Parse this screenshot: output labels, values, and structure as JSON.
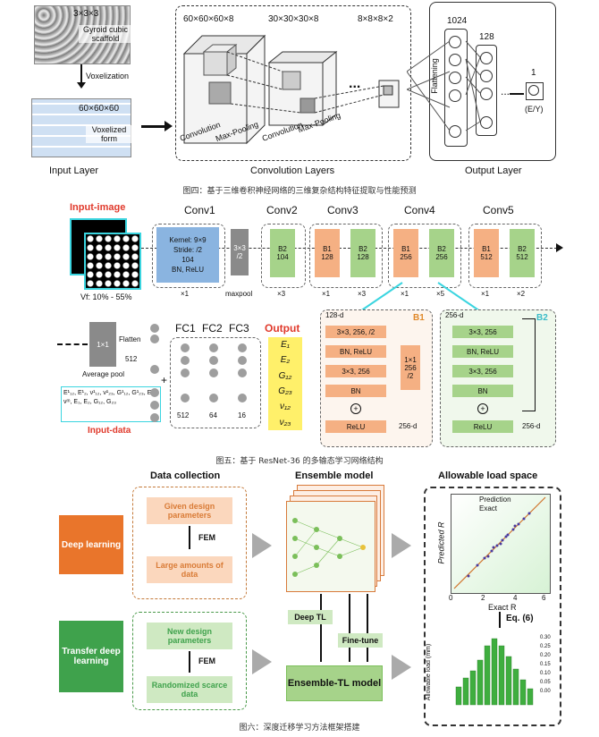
{
  "fig4": {
    "scaffold_size": "3×3×3",
    "scaffold_label": "Gyroid cubic scaffold",
    "voxelization": "Voxelization",
    "voxel_size": "60×60×60",
    "voxel_label": "Voxelized form",
    "input_layer": "Input Layer",
    "conv_size1": "60×60×60×8",
    "conv_size2": "30×30×30×8",
    "conv_size3": "8×8×8×2",
    "convolution": "Convolution",
    "maxpooling": "Max-Pooling",
    "dots": "...",
    "conv_layers": "Convolution Layers",
    "flattening": "Flattening",
    "n1024": "1024",
    "n128": "128",
    "n1": "1",
    "out_label": "(E/Y)",
    "output_layer": "Output Layer",
    "caption": "图四：基于三维卷积神经网络的三维复杂结构特征提取与性能预测"
  },
  "fig5": {
    "input_image": "Input-image",
    "vf": "Vf: 10% - 55%",
    "conv1": "Conv1",
    "conv2": "Conv2",
    "conv3": "Conv3",
    "conv4": "Conv4",
    "conv5": "Conv5",
    "conv1_box": [
      "Kernel: 9×9",
      "Stride: /2",
      "104",
      "BN, ReLU"
    ],
    "maxpool_box": [
      "3×3",
      "/2"
    ],
    "maxpool": "maxpool",
    "blocks": {
      "conv2": [
        [
          "B2",
          "104"
        ]
      ],
      "conv3": [
        [
          "B1",
          "128"
        ],
        [
          "B2",
          "128"
        ]
      ],
      "conv4": [
        [
          "B1",
          "256"
        ],
        [
          "B2",
          "256"
        ]
      ],
      "conv5": [
        [
          "B1",
          "512"
        ],
        [
          "B2",
          "512"
        ]
      ]
    },
    "mult": {
      "c1": "×1",
      "c2": "×3",
      "c3a": "×1",
      "c3b": "×3",
      "c4a": "×1",
      "c4b": "×5",
      "c5a": "×1",
      "c5b": "×2"
    },
    "pool1x1": "1×1",
    "flatten": "Flatten",
    "n512": "512",
    "avgpool": "Average pool",
    "plus": "+",
    "input_data_text": "E¹₁₂, E¹₂, ν¹₁₂, ν¹₂₃, G¹₁₂, G¹₂₃, Eᵐ, νᵐ, E₁, E₂, G₁₂, G₂₃",
    "input_data": "Input-data",
    "fc1": "FC1",
    "fc2": "FC2",
    "fc3": "FC3",
    "fc_n": [
      "512",
      "64",
      "16"
    ],
    "output": "Output",
    "outputs": [
      "E₁",
      "E₂",
      "G₁₂",
      "G₂₃",
      "ν₁₂",
      "ν₂₃"
    ],
    "b1": {
      "title": "B1",
      "in": "128-d",
      "steps": [
        "3×3, 256, /2",
        "BN, ReLU",
        "3×3, 256",
        "BN"
      ],
      "side": [
        "1×1",
        "256",
        "/2"
      ],
      "relu": "ReLU",
      "out": "256-d"
    },
    "b2": {
      "title": "B2",
      "in": "256-d",
      "steps": [
        "3×3, 256",
        "BN, ReLU",
        "3×3, 256",
        "BN"
      ],
      "relu": "ReLU",
      "out": "256-d"
    },
    "caption": "图五：基于 ResNet-36 的多输态学习网络结构"
  },
  "fig6": {
    "data_collection": "Data collection",
    "ensemble_model": "Ensemble model",
    "allowable": "Allowable load space",
    "deep_learning": "Deep learning",
    "transfer_learning": "Transfer deep learning",
    "given_design": "Given design parameters",
    "fem": "FEM",
    "large_amounts": "Large amounts of data",
    "new_design": "New design parameters",
    "fem2": "FEM",
    "randomized": "Randomized scarce data",
    "deep_tl": "Deep TL",
    "fine_tune": "Fine-tune",
    "ensemble_tl": "Ensemble-TL model",
    "legend_pred": "Prediction",
    "legend_exact": "Exact",
    "ylabel": "Predicted R",
    "xlabel": "Exact R",
    "eq": "Eq. (6)",
    "zlabel": "Allowable load (mm)",
    "ticks": [
      "0",
      "2",
      "4",
      "6"
    ],
    "zticks": [
      "0.30",
      "0.25",
      "0.20",
      "0.15",
      "0.10",
      "0.05",
      "0.00"
    ],
    "caption": "图六：深度迁移学习方法框架搭建"
  },
  "colors": {
    "orange": "#f5b083",
    "green": "#a6d38a",
    "blue": "#8ab4e0",
    "red": "#e0392b",
    "yellow": "#fff06a"
  }
}
